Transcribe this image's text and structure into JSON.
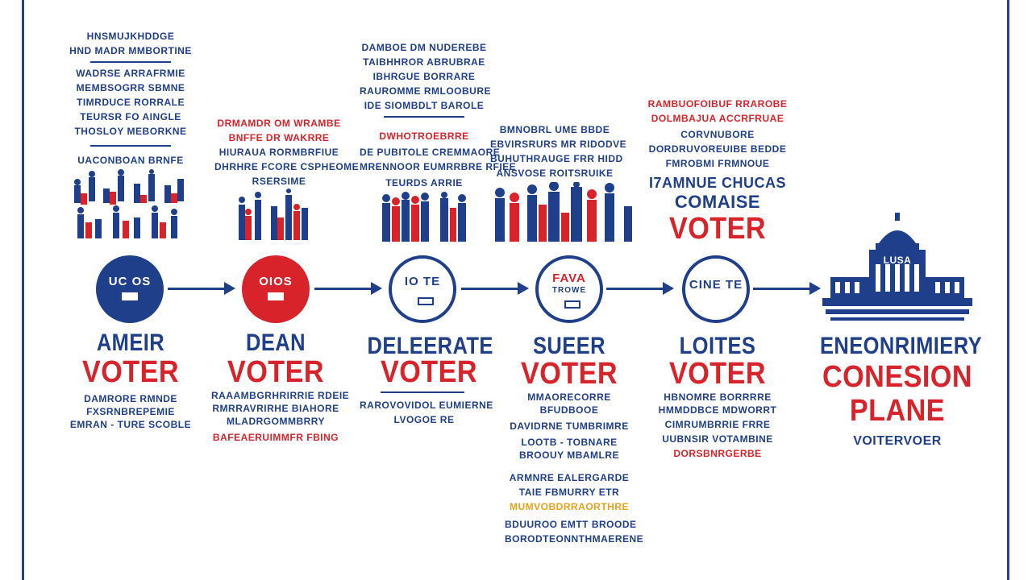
{
  "stages": [
    {
      "id": "s1",
      "top_text": [
        "HNSMUJKHDDGE",
        "HND MADR MMBORTINE",
        "WADRSE ARRAFRMIE",
        "MEMBSOGRR SBMNE",
        "TIMRDUCE RORRALE",
        "TEURSR FO AINGLE",
        "THOSLOY MEBORKNE",
        "UACONBOAN BRNFE"
      ],
      "circle_code": "UC OS",
      "circle_style": "filled-blue",
      "heading1": "AMEIR",
      "heading2": "VOTER",
      "bottom_text": [
        "DAMRORE RMNDE",
        "FXSRNBREPEMIE",
        "EMRAN - TURE SCOBLE"
      ]
    },
    {
      "id": "s2",
      "top_text": [
        "DRMAMDR OM WRAMBE",
        "BNFFE DR WAKRRE",
        "HIURAUA RORMBRFIUE",
        "DHRHRE FCORE CSPHEOME",
        "RSERSIME"
      ],
      "circle_code": "OIOS",
      "circle_style": "filled-red",
      "heading1": "DEAN",
      "heading2": "VOTER",
      "bottom_text": [
        "RAAAMBGRHRIRRIE RDEIE",
        "RMRRAVRIRHE BIAHORE",
        "MLADRGOMMBRRY",
        "BAFEAERUIMMFR FBING"
      ]
    },
    {
      "id": "s3",
      "top_text": [
        "DAMBOE DM NUDEREBE",
        "TAIBHHROR ABRUBRAE",
        "IBHRGUE BORRARE",
        "RAUROMME RMLOOBURE",
        "IDE SIOMBDLT BAROLE",
        "DWHOTROEBRRE",
        "DE PUBITOLE CREMMAORE",
        "MRENNOOR EUMRRBRE RFIEE",
        "TEURDS ARRIE"
      ],
      "circle_code": "IO TE",
      "circle_style": "outline",
      "heading1": "DELEERATE",
      "heading2": "VOTER",
      "bottom_text": [
        "RAROVOVIDOL EUMIERNE",
        "LVOGOE RE"
      ]
    },
    {
      "id": "s4",
      "top_text": [
        "BMNOBRL UME BBDE",
        "EBVIRSRURS MR RIDODVE",
        "BUHUTHRAUGE FRR HIDD",
        "ANSVOSE ROITSRUIKE"
      ],
      "circle_code": "FAVA",
      "circle_style": "outline",
      "heading1": "SUEER",
      "heading2": "VOTER",
      "bottom_text": [
        "MMAORECORRE",
        "BFUDBOOE",
        "DAVIDRNE TUMBRIMRE",
        "LOOTB - TOBNARE",
        "BROOUY MBAMLRE",
        "ARMNRE EALERGARDE",
        "TAIE FBMURRY ETR",
        "MUMVOBDRRAORTHRE",
        "BDUUROO EMTT BROODE",
        "BORODTEONNTHMAERENE"
      ],
      "circle_code_2": "TROWE",
      "heading1_note": "",
      "circle_style_alt": "outline"
    },
    {
      "id": "s5",
      "top_text": [
        "RAMBUOFOIBUF RRAROBE",
        "DOLMBAJUA ACCRFRUAE",
        "CORVNUBORE",
        "DORDRUVOREUIBE BEDDE",
        "FMROBMI FRMNOUE"
      ],
      "circle_code": "CINE TE",
      "circle_style": "outline",
      "heading_top_blue": [
        "I7AMNUE CHUCAS",
        "COMAISE"
      ],
      "heading_top_red": "VOTER",
      "heading1": "LOITES",
      "heading2": "VOTER",
      "bottom_text": [
        "HBNOMRE BORRRRE",
        "HMMDDBCE MDWORRT",
        "CIMRUMBRRIE FRRE",
        "UUBNSIR VOTAMBINE",
        "DORSBNRGERBE"
      ]
    },
    {
      "id": "s6",
      "building_label": "LUSA",
      "heading1": "ENEONRIMIERY",
      "heading2a": "CONESION",
      "heading2b": "PLANE",
      "subtitle": "VOITERVOER"
    }
  ],
  "colors": {
    "blue": "#1f3f8a",
    "red": "#d8232a",
    "gold": "#e6a21a"
  }
}
